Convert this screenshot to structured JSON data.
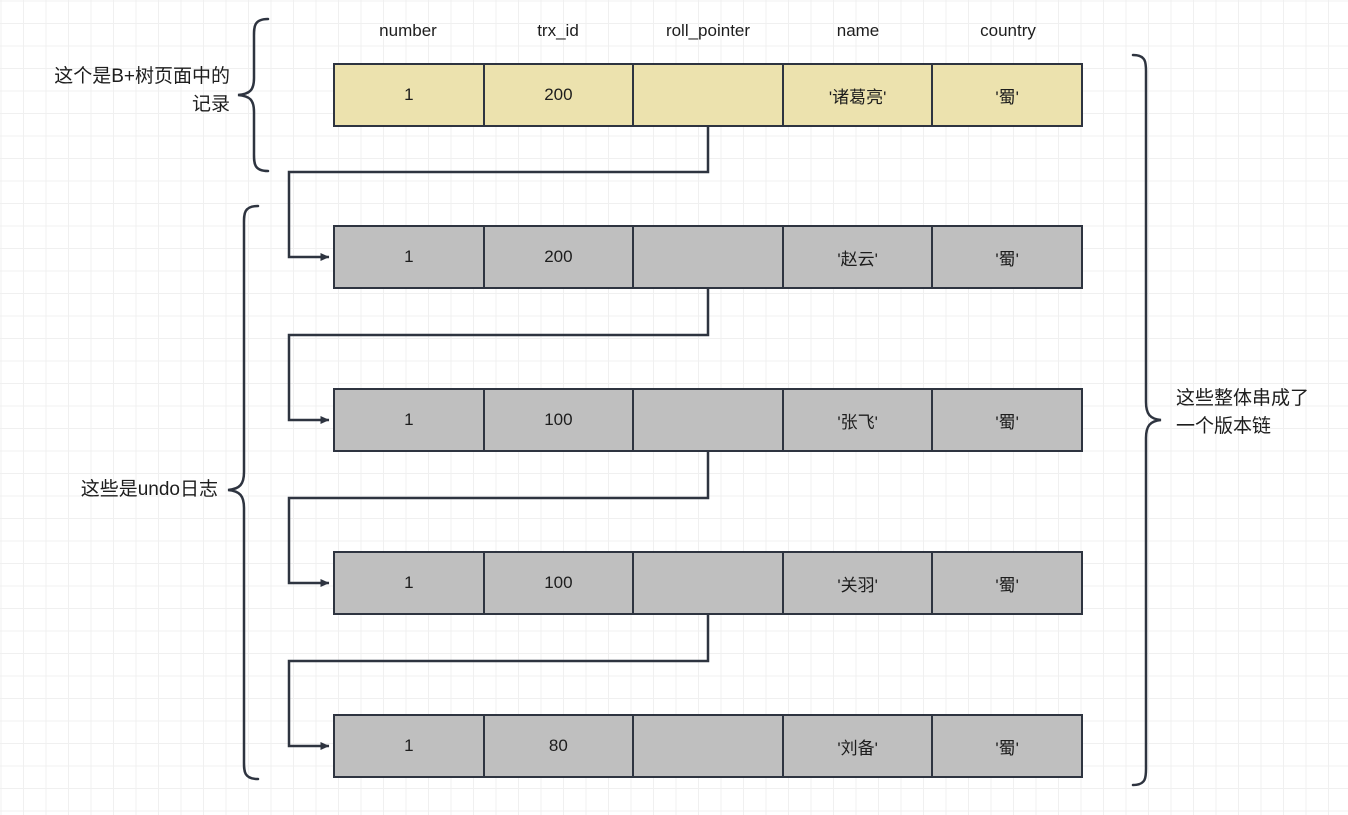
{
  "diagram": {
    "title": "MySQL InnoDB version chain / undo log diagram",
    "colors": {
      "record_fill": "#ece2ae",
      "undo_fill": "#bfbfbf",
      "stroke": "#2e3440",
      "grid_minor": "#f0f0f0",
      "grid_major": "#e4e4e4"
    }
  },
  "columns": [
    {
      "key": "number",
      "label": "number"
    },
    {
      "key": "trx_id",
      "label": "trx_id"
    },
    {
      "key": "roll_pointer",
      "label": "roll_pointer"
    },
    {
      "key": "name",
      "label": "name"
    },
    {
      "key": "country",
      "label": "country"
    }
  ],
  "rows": [
    {
      "kind": "btree-record",
      "number": "1",
      "trx_id": "200",
      "roll_pointer": "",
      "name": "'诸葛亮'",
      "country": "'蜀'"
    },
    {
      "kind": "undo-log",
      "number": "1",
      "trx_id": "200",
      "roll_pointer": "",
      "name": "'赵云'",
      "country": "'蜀'"
    },
    {
      "kind": "undo-log",
      "number": "1",
      "trx_id": "100",
      "roll_pointer": "",
      "name": "'张飞'",
      "country": "'蜀'"
    },
    {
      "kind": "undo-log",
      "number": "1",
      "trx_id": "100",
      "roll_pointer": "",
      "name": "'关羽'",
      "country": "'蜀'"
    },
    {
      "kind": "undo-log",
      "number": "1",
      "trx_id": "80",
      "roll_pointer": "",
      "name": "'刘备'",
      "country": "'蜀'"
    }
  ],
  "annotations": {
    "btree_record": "这个是B+树页面中的\n记录",
    "undo_logs": "这些是undo日志",
    "version_chain": "这些整体串成了\n一个版本链"
  }
}
